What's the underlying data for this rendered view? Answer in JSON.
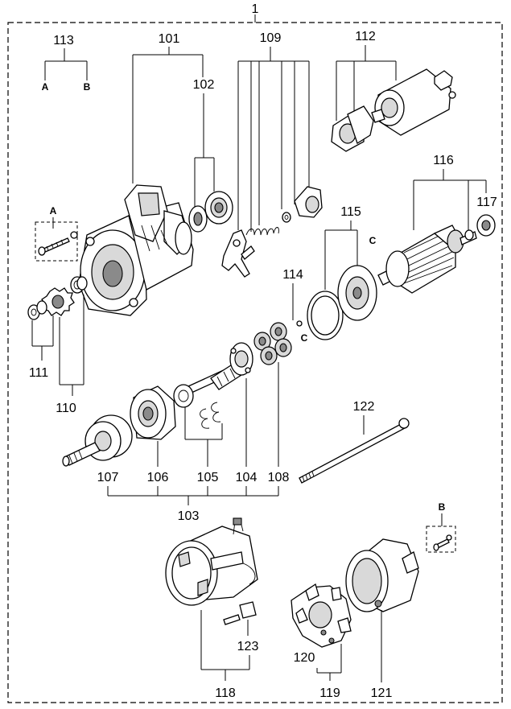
{
  "diagram": {
    "assembly_label": "1",
    "callouts": {
      "c101": "101",
      "c102": "102",
      "c103": "103",
      "c104": "104",
      "c105": "105",
      "c106": "106",
      "c107": "107",
      "c108": "108",
      "c109": "109",
      "c110": "110",
      "c111": "111",
      "c112": "112",
      "c113": "113",
      "c114": "114",
      "c115": "115",
      "c116": "116",
      "c117": "117",
      "c118": "118",
      "c119": "119",
      "c120": "120",
      "c121": "121",
      "c122": "122",
      "c123": "123"
    },
    "markers": {
      "a_top": "A",
      "b_top": "B",
      "a_bolt": "A",
      "b_bolt": "B",
      "c_upper": "C",
      "c_lower": "C"
    }
  }
}
